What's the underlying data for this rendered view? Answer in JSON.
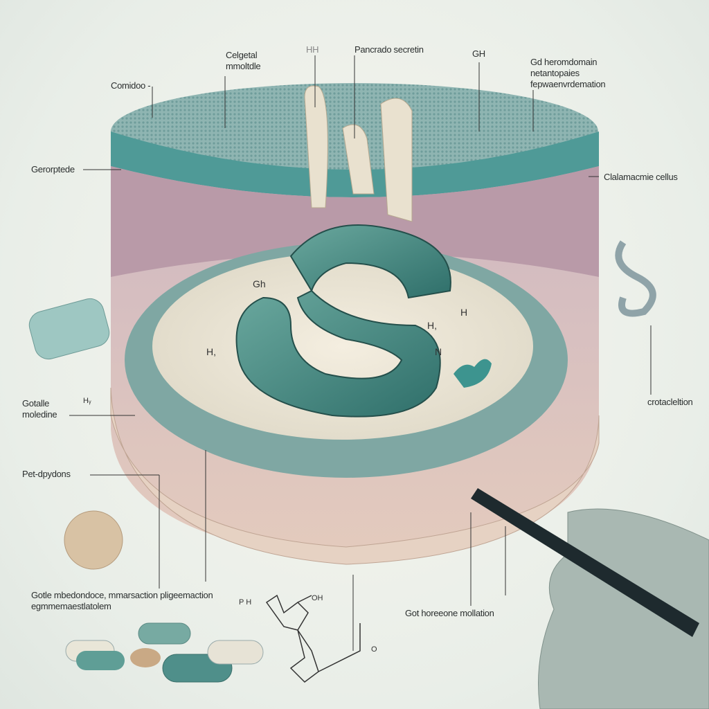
{
  "labels": {
    "top_left": "Comidoo -",
    "top_center_left": "Celgetal mmoltdle",
    "top_hh": "HH",
    "top_center": "Pancrado secretin",
    "top_gh": "GH",
    "top_right": "Gd heromdomain netantopaies fepwaenvrdemation",
    "left_upper": "Gerorptede",
    "right_upper": "Clalamacmie cellus",
    "left_middle": "Gotalle moledine",
    "right_middle": "crotacleltion",
    "left_lower": "Pet-dpydons",
    "bottom_left": "Gotle mbedondoce, mmarsaction pligeemaction egmmemaestlatolem",
    "bottom_right": "Got horeeone mollation"
  },
  "small_marks": {
    "gh_center": "Gh",
    "h_left": "H,",
    "h_right": "H,",
    "h_tail": "H",
    "n_mark": "N",
    "hv_left": "Hᵧ",
    "chem_ph": "P H",
    "chem_oh": "OH",
    "chem_o": "O"
  },
  "colors": {
    "teal": "#3f8a86",
    "tissue_pink": "#e6cfc8",
    "background": "#eef1ec"
  }
}
